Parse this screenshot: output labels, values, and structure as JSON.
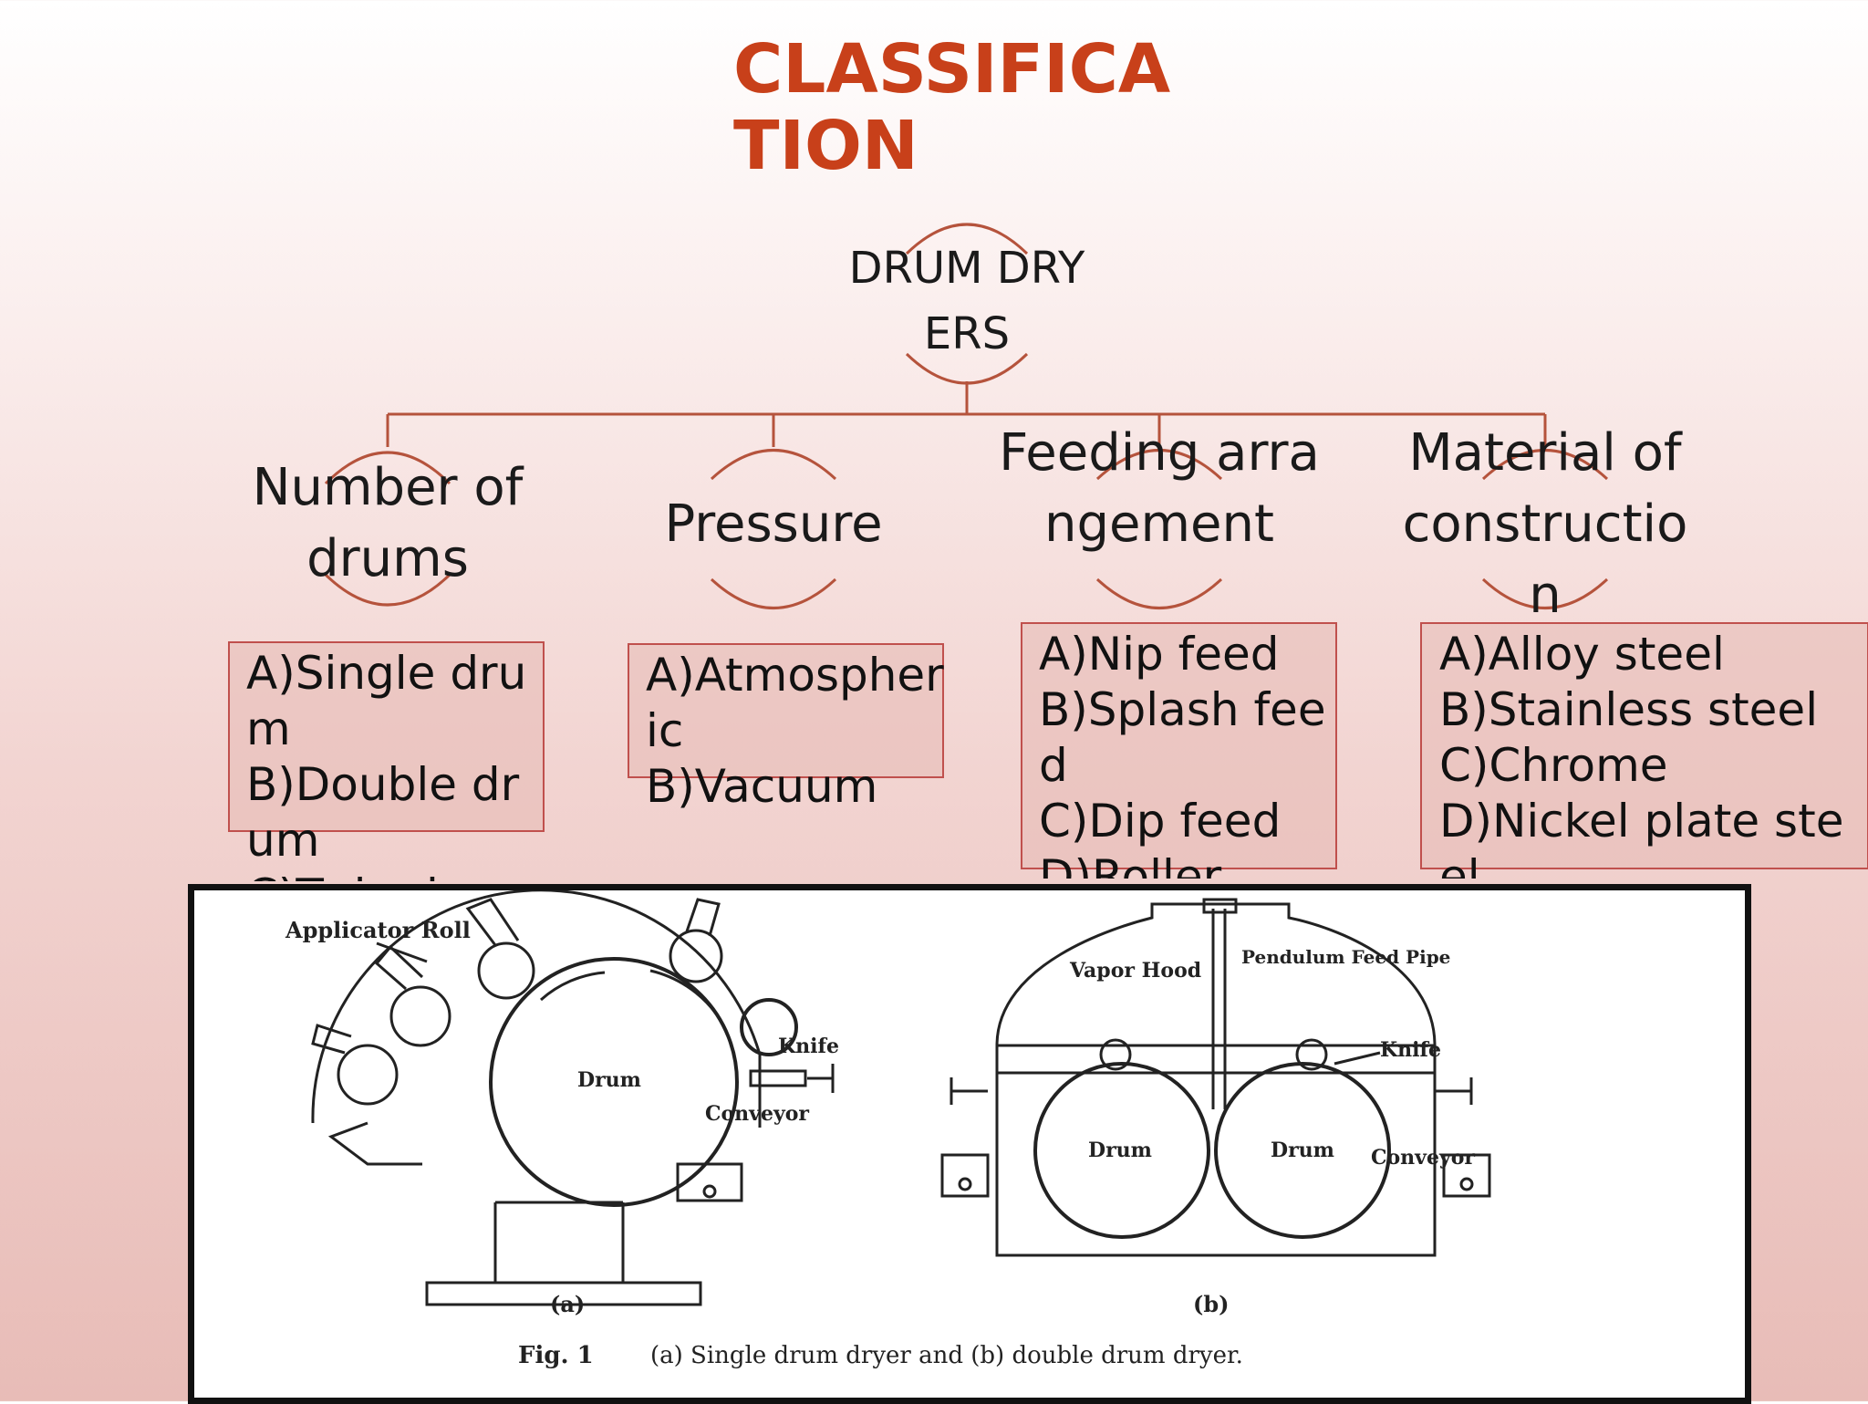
{
  "slide": {
    "title": "CLASSIFICATION"
  },
  "tree": {
    "root": "DRUM DRYERS",
    "categories": [
      {
        "label": "Number of drums",
        "options": [
          "A)Single drum",
          "B)Double drum",
          "C)Twin drum"
        ]
      },
      {
        "label": "Pressure",
        "options": [
          "A)Atmospheric",
          "B)Vacuum"
        ]
      },
      {
        "label": "Feeding arrangement",
        "options": [
          "A)Nip feed",
          "B)Splash feed",
          "C)Dip feed",
          "D)Roller"
        ]
      },
      {
        "label": "Material of construction",
        "options": [
          "A)Alloy steel",
          "B)Stainless steel",
          "C)Chrome",
          "D)Nickel plate steel"
        ]
      }
    ]
  },
  "figure": {
    "single": {
      "applicator_label": "Applicator Roll",
      "drum_label": "Drum",
      "knife_label": "Knife",
      "conveyor_label": "Conveyor",
      "panel_label": "(a)"
    },
    "double": {
      "vapor_hood_label": "Vapor Hood",
      "pendulum_label": "Pendulum Feed Pipe",
      "knife_label": "Knife",
      "drum_left_label": "Drum",
      "drum_right_label": "Drum",
      "conveyor_label": "Conveyor",
      "panel_label": "(b)"
    },
    "caption_number": "Fig. 1",
    "caption_text": "(a) Single drum dryer and (b) double drum dryer."
  },
  "colors": {
    "title": "#c8401a",
    "connector": "#b5533c",
    "box_border": "#c0504d"
  }
}
